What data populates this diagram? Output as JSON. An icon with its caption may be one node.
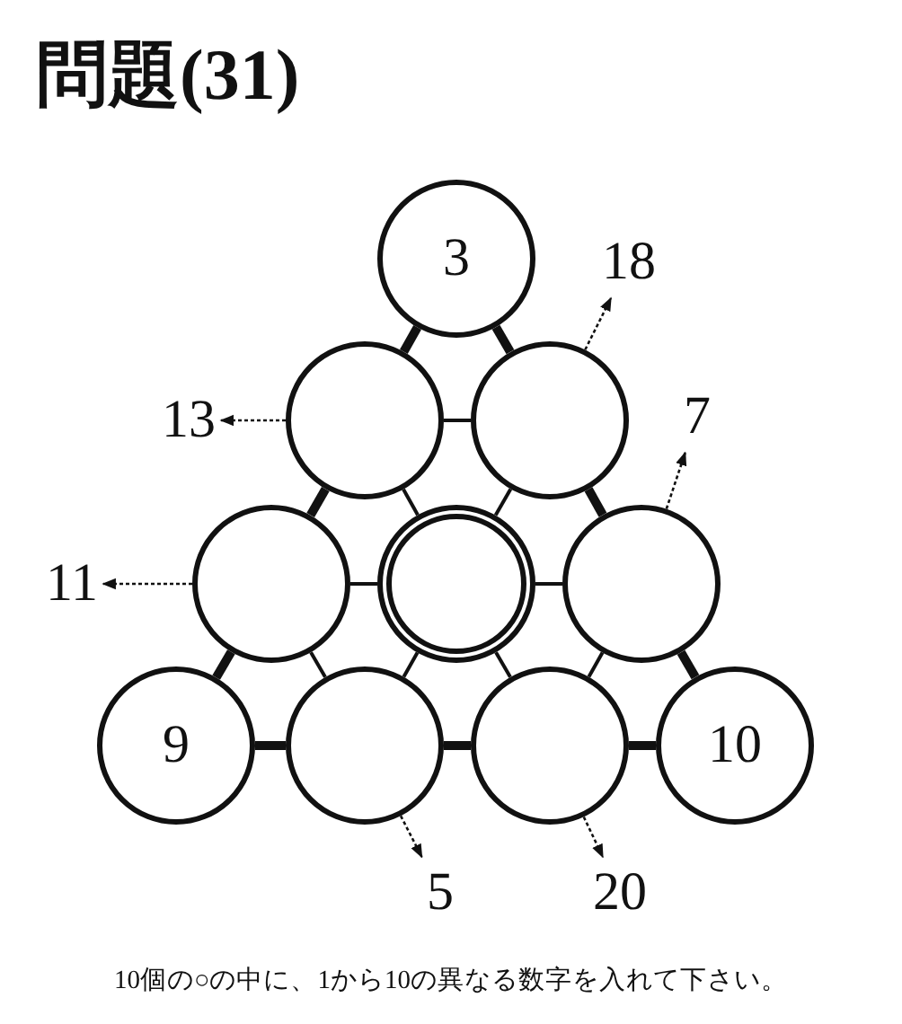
{
  "diagram": {
    "title": "問題(31)",
    "caption": "10個の○の中に、1から10の異なる数字を入れて下さい。",
    "nodes": [
      {
        "text": [
          "3"
        ]
      },
      {
        "text": [],
        "shape": "circle"
      },
      {
        "text": [],
        "shape": "circle"
      },
      {
        "text": [],
        "shape": "circle"
      },
      {
        "text": [],
        "shape": "circle"
      },
      {
        "text": [],
        "shape": "circle"
      },
      {
        "text": [
          "9"
        ]
      },
      {
        "text": [],
        "shape": "circle"
      },
      {
        "text": [],
        "shape": "circle"
      },
      {
        "text": [
          "10"
        ]
      },
      {
        "text": [
          "18"
        ]
      },
      {
        "text": [
          "13"
        ]
      },
      {
        "text": [
          "7"
        ]
      },
      {
        "text": [
          "11"
        ]
      },
      {
        "text": [
          "5"
        ]
      },
      {
        "text": [
          "20"
        ]
      }
    ],
    "edges": [
      {
        "from": 0,
        "to": 1,
        "arrow": "none",
        "style": "thick"
      },
      {
        "from": 0,
        "to": 2,
        "arrow": "none",
        "style": "thick"
      },
      {
        "from": 1,
        "to": 2,
        "arrow": "none"
      },
      {
        "from": 1,
        "to": 3,
        "arrow": "none",
        "style": "thick"
      },
      {
        "from": 1,
        "to": 4,
        "arrow": "none"
      },
      {
        "from": 2,
        "to": 4,
        "arrow": "none"
      },
      {
        "from": 2,
        "to": 5,
        "arrow": "none",
        "style": "thick"
      },
      {
        "from": 3,
        "to": 4,
        "arrow": "none"
      },
      {
        "from": 4,
        "to": 5,
        "arrow": "none"
      },
      {
        "from": 3,
        "to": 6,
        "arrow": "none",
        "style": "thick"
      },
      {
        "from": 3,
        "to": 7,
        "arrow": "none"
      },
      {
        "from": 4,
        "to": 7,
        "arrow": "none"
      },
      {
        "from": 4,
        "to": 8,
        "arrow": "none"
      },
      {
        "from": 5,
        "to": 8,
        "arrow": "none"
      },
      {
        "from": 5,
        "to": 9,
        "arrow": "none",
        "style": "thick"
      },
      {
        "from": 6,
        "to": 7,
        "arrow": "none",
        "style": "thick"
      },
      {
        "from": 7,
        "to": 8,
        "arrow": "none",
        "style": "thick"
      },
      {
        "from": 8,
        "to": 9,
        "arrow": "none",
        "style": "thick"
      },
      {
        "from": 2,
        "to": 10,
        "arrow": "to",
        "style": "dashed"
      },
      {
        "from": 1,
        "to": 11,
        "arrow": "to",
        "style": "dashed"
      },
      {
        "from": 5,
        "to": 12,
        "arrow": "to",
        "style": "dashed"
      },
      {
        "from": 3,
        "to": 13,
        "arrow": "to",
        "style": "dashed"
      },
      {
        "from": 7,
        "to": 14,
        "arrow": "to",
        "style": "dashed"
      },
      {
        "from": 8,
        "to": 15,
        "arrow": "to",
        "style": "dashed"
      }
    ]
  }
}
